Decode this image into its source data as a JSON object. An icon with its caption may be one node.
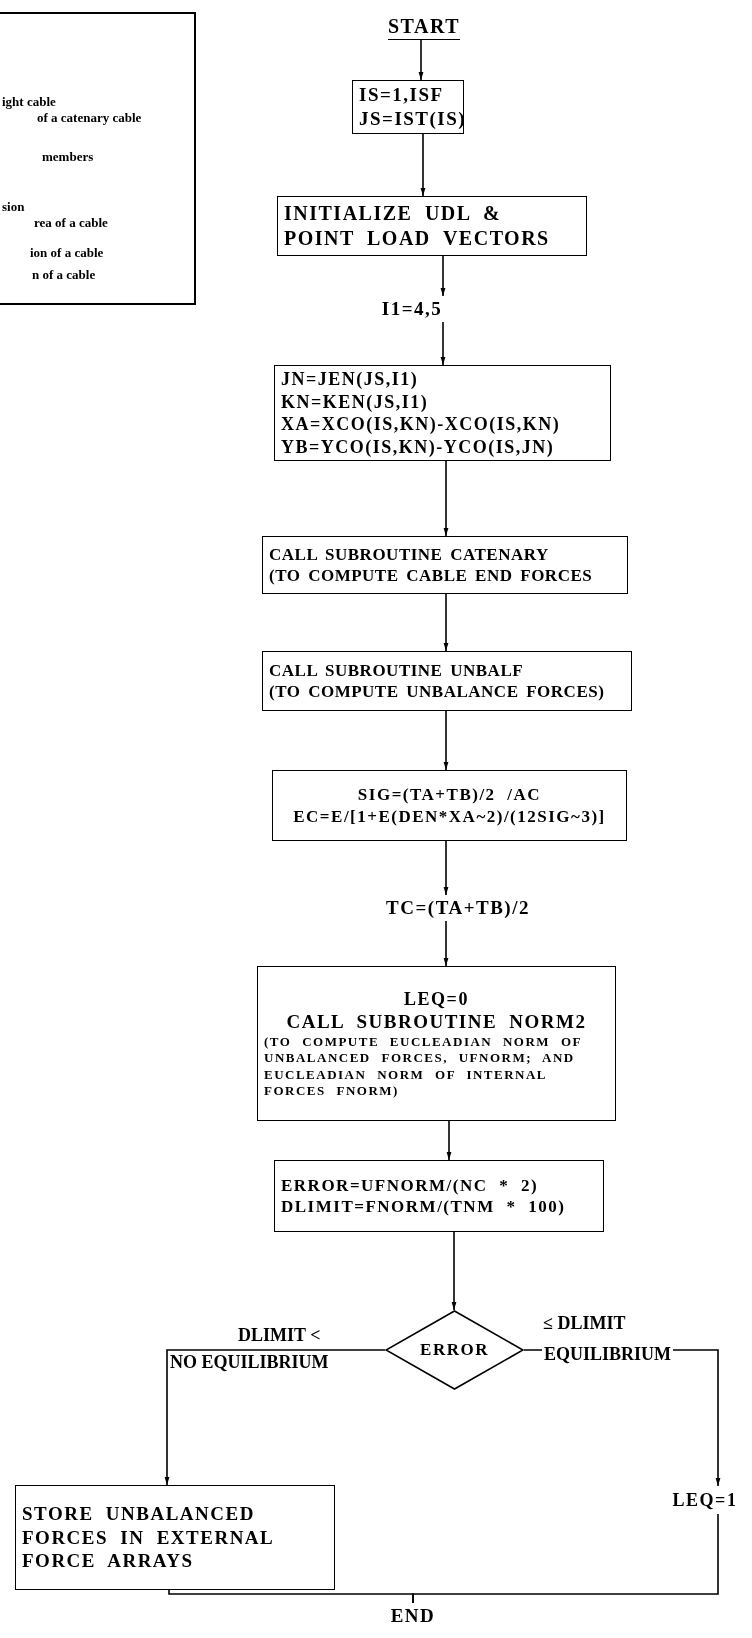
{
  "diagram": {
    "nodes": [
      {
        "text": [
          "START"
        ]
      },
      {
        "text": [
          "IS=1,ISF",
          "JS=IST(IS)"
        ]
      },
      {
        "text": [
          "INITIALIZE UDL & POINT LOAD VECTORS"
        ]
      },
      {
        "text": [
          "I1=4,5"
        ]
      },
      {
        "text": [
          "JN=JEN(JS,I1)",
          "KN=KEN(JS,I1)",
          "XA=XCO(IS,KN)-XCO(IS,KN)",
          "YB=YCO(IS,KN)-YCO(IS,JN)"
        ]
      },
      {
        "text": [
          "CALL SUBROUTINE CATENARY",
          "(TO COMPUTE CABLE END FORCES"
        ]
      },
      {
        "text": [
          "CALL SUBROUTINE UNBALF",
          "(TO COMPUTE UNBALANCE FORCES)"
        ]
      },
      {
        "text": [
          "SIG=(TA+TB)/2 /AC",
          "EC=E/[1+E(DEN*XA~2)/(12SIG~3)]"
        ]
      },
      {
        "text": [
          "TC=(TA+TB)/2"
        ]
      },
      {
        "text": [
          "LEQ=0",
          "CALL SUBROUTINE NORM2",
          "(TO COMPUTE EUCLEADIAN NORM OF UNBALANCED FORCES, UFNORM; AND EUCLEADIAN NORM OF INTERNAL FORCES FNORM)"
        ]
      },
      {
        "text": [
          "ERROR=UFNORM/(NC * 2)",
          "DLIMIT=FNORM/(TNM * 100)"
        ]
      },
      {
        "text": [
          "ERROR"
        ]
      },
      {
        "text": [
          "STORE UNBALANCED FORCES IN EXTERNAL FORCE ARRAYS"
        ]
      },
      {
        "text": [
          "LEQ=1"
        ]
      },
      {
        "text": [
          "END"
        ]
      }
    ],
    "edges": [
      {
        "from": 0,
        "to": 1,
        "arrow": "to"
      },
      {
        "from": 1,
        "to": 2,
        "arrow": "to"
      },
      {
        "from": 2,
        "to": 3,
        "arrow": "to"
      },
      {
        "from": 3,
        "to": 4,
        "arrow": "to"
      },
      {
        "from": 4,
        "to": 5,
        "arrow": "to"
      },
      {
        "from": 5,
        "to": 6,
        "arrow": "to"
      },
      {
        "from": 6,
        "to": 7,
        "arrow": "to"
      },
      {
        "from": 7,
        "to": 8,
        "arrow": "to"
      },
      {
        "from": 8,
        "to": 9,
        "arrow": "to"
      },
      {
        "from": 9,
        "to": 10,
        "arrow": "to"
      },
      {
        "from": 10,
        "to": 11,
        "arrow": "to"
      },
      {
        "from": 11,
        "to": 12,
        "arrow": "to",
        "label": "NO EQUILIBRIUM"
      },
      {
        "from": 11,
        "to": 13,
        "arrow": "to",
        "label": "EQUILIBRIUM"
      },
      {
        "from": 12,
        "to": 14,
        "arrow": "none"
      },
      {
        "from": 13,
        "to": 14,
        "arrow": "none"
      }
    ],
    "labels": [
      "ight cable",
      "of a catenary cable",
      "members",
      "sion",
      "rea of a cable",
      "ion of a cable",
      "n of a cable",
      "DLIMIT <",
      "≤ DLIMIT"
    ]
  }
}
